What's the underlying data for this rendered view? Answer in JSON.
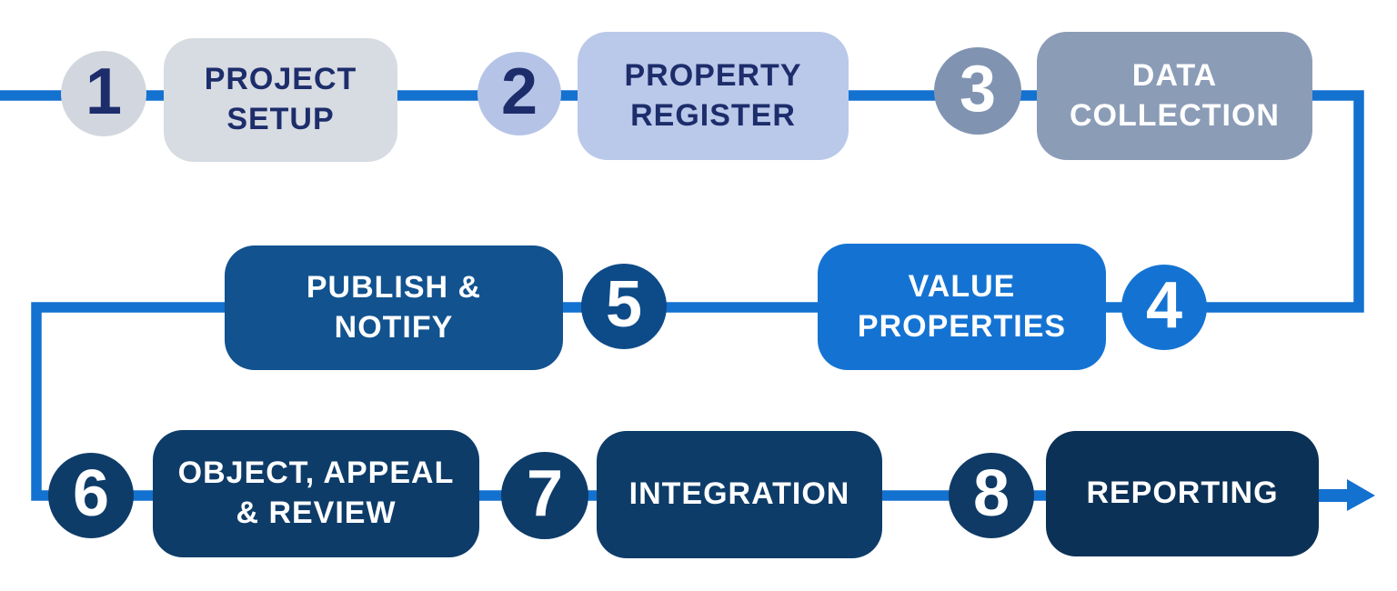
{
  "diagram_title": "8-step valuation process flow",
  "connector": {
    "color": "#1371d0",
    "direction": "left-to-right, snaking down over three rows, exiting with a right arrow"
  },
  "steps": [
    {
      "number": "1",
      "label": "PROJECT SETUP",
      "circle_color": "#d2d7df",
      "box_color": "#d7dbe2",
      "number_color": "#1d2d6b",
      "label_color": "#1d2d6b"
    },
    {
      "number": "2",
      "label": "PROPERTY REGISTER",
      "circle_color": "#b5c4e6",
      "box_color": "#bac9ea",
      "number_color": "#1d2d6b",
      "label_color": "#1d2d6b"
    },
    {
      "number": "3",
      "label": "DATA COLLECTION",
      "circle_color": "#8094b1",
      "box_color": "#8b9cb7",
      "number_color": "#ffffff",
      "label_color": "#ffffff"
    },
    {
      "number": "4",
      "label": "VALUE PROPERTIES",
      "circle_color": "#1473d2",
      "box_color": "#1473d2",
      "number_color": "#ffffff",
      "label_color": "#ffffff"
    },
    {
      "number": "5",
      "label": "PUBLISH & NOTIFY",
      "circle_color": "#0d4b88",
      "box_color": "#11528f",
      "number_color": "#ffffff",
      "label_color": "#ffffff"
    },
    {
      "number": "6",
      "label": "OBJECT, APPEAL & REVIEW",
      "circle_color": "#0e3c69",
      "box_color": "#0e3c69",
      "number_color": "#ffffff",
      "label_color": "#ffffff"
    },
    {
      "number": "7",
      "label": "INTEGRATION",
      "circle_color": "#0e3c69",
      "box_color": "#0e3c69",
      "number_color": "#ffffff",
      "label_color": "#ffffff"
    },
    {
      "number": "8",
      "label": "REPORTING",
      "circle_color": "#0e3a65",
      "box_color": "#0c3156",
      "number_color": "#ffffff",
      "label_color": "#ffffff"
    }
  ]
}
